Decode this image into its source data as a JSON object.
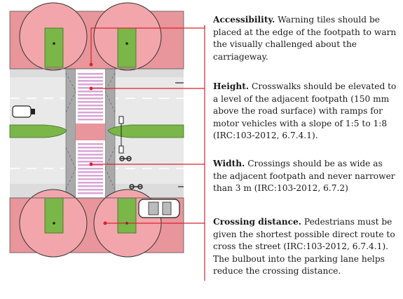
{
  "annotations": [
    {
      "title": "Accessibility.",
      "body": "Warning tiles should be placed at the edge of the footpath to warn the visually challenged about the carriageway."
    },
    {
      "title": "Height.",
      "body": "Crosswalks should be elevated to a level of the adjacent footpath (150 mm above the road surface) with ramps for motor vehicles with a slope of 1:5 to 1:8 (IRC:103-2012, 6.7.4.1)."
    },
    {
      "title": "Width.",
      "body": "Crossings should be as wide as the adjacent footpath and never narrower than 3 m (IRC:103-2012, 6.7.2)"
    },
    {
      "title": "Crossing distance.",
      "body": "Pedestrians must be given the shortest possible direct route to cross the street (IRC:103-2012, 6.7.4.1). The bulbout into the parking lane helps reduce the crossing distance."
    }
  ],
  "colors": {
    "footpath": "#e8959b",
    "tree_canopy": "#f0a0a6",
    "planter": "#7ab648",
    "road": "#e8e8e8",
    "crosswalk_stripe": "#d9a5d6",
    "leader_line": "#d8252f",
    "kerb": "#808080"
  }
}
